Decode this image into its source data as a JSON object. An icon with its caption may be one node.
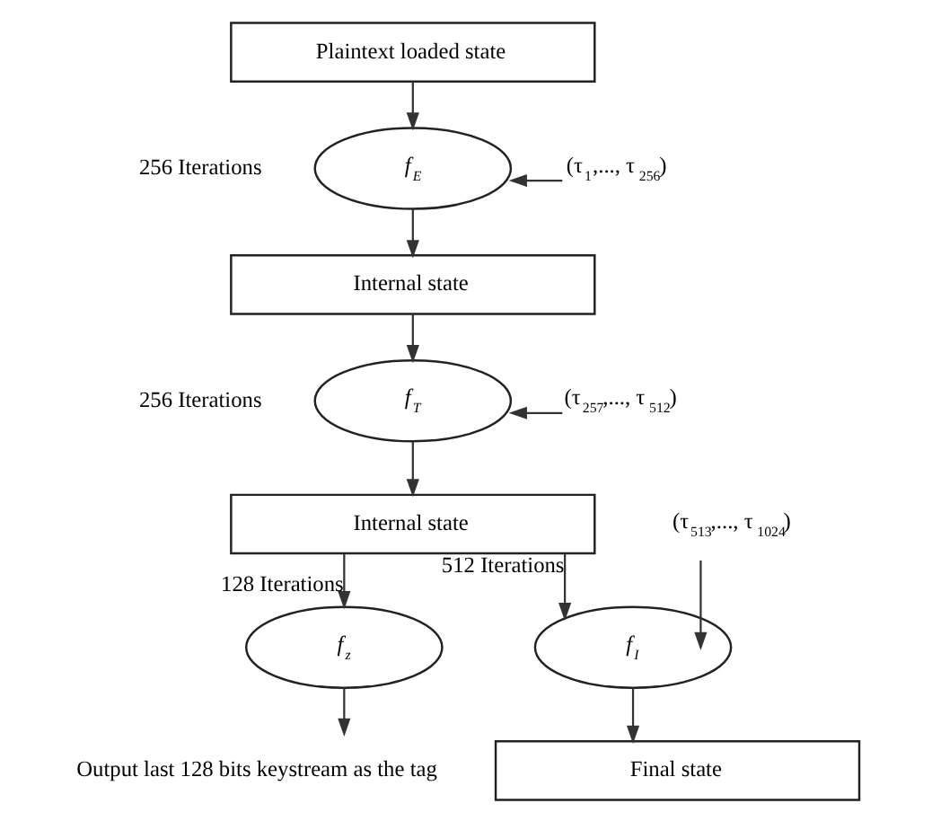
{
  "diagram": {
    "nodes": [
      {
        "text": [
          "Plaintext loaded state"
        ]
      },
      {
        "text": [
          "f$_{E}$"
        ],
        "beside": [
          "256 Iterations"
        ]
      },
      {
        "text": [
          "(τ$_{1}$,..., τ$_{256}$)"
        ]
      },
      {
        "text": [
          "Internal state"
        ]
      },
      {
        "text": [
          "f$_{T}$"
        ],
        "beside": [
          "256 Iterations"
        ]
      },
      {
        "text": [
          "(τ$_{257}$,..., τ$_{512}$)"
        ]
      },
      {
        "text": [
          "Internal state"
        ]
      },
      {
        "text": [
          "f$_{z}$"
        ]
      },
      {
        "text": [
          "Output last 128 bits keystream as the tag"
        ]
      },
      {
        "text": [
          "f$_{I}$"
        ]
      },
      {
        "text": [
          "(τ$_{513}$,..., τ$_{1024}$)"
        ]
      },
      {
        "text": [
          "Final state"
        ]
      }
    ],
    "edges": [
      {
        "from": 0,
        "to": 1,
        "arrow": "to"
      },
      {
        "from": 2,
        "to": 1,
        "arrow": "to"
      },
      {
        "from": 1,
        "to": 3,
        "arrow": "to"
      },
      {
        "from": 3,
        "to": 4,
        "arrow": "to"
      },
      {
        "from": 5,
        "to": 4,
        "arrow": "to"
      },
      {
        "from": 4,
        "to": 6,
        "arrow": "to"
      },
      {
        "from": 6,
        "to": 7,
        "arrow": "to",
        "label": "128 Iterations"
      },
      {
        "from": 6,
        "to": 9,
        "arrow": "to",
        "label": "512 Iterations"
      },
      {
        "from": 7,
        "to": 8,
        "arrow": "to"
      },
      {
        "from": 10,
        "to": 9,
        "arrow": "to"
      },
      {
        "from": 9,
        "to": 11,
        "arrow": "to"
      }
    ]
  }
}
